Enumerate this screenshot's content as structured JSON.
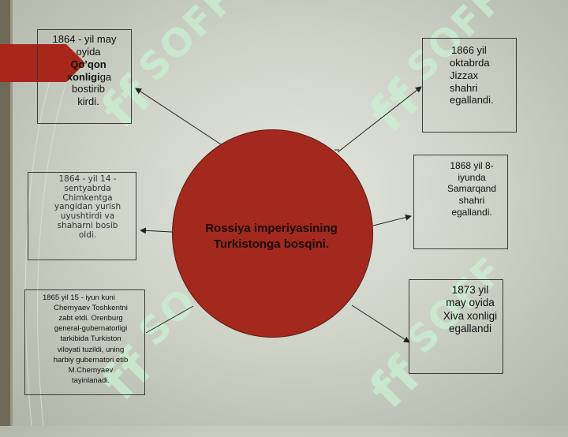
{
  "diagram": {
    "center_line1": "Rossiya imperiyasining",
    "center_line2": "Turkistonga bosqini.",
    "box1": {
      "l1": "1864 - yil may",
      "l2": "oyida",
      "l3": "Qo’qon",
      "l4a": "xonligi",
      "l4b": "ga",
      "l5": "bostirib",
      "l6": "kirdi."
    },
    "box2": {
      "l1": "1864 - yil 14 -",
      "l2": "sentyabrda",
      "l3": "Chimkentga",
      "l4": "yangidan yurish",
      "l5": "uyushtirdi va",
      "l6": "shaharni bosib",
      "l7": "oldi."
    },
    "box3": {
      "l1": "1865 yil 15 - iyun kuni",
      "l2": "Chernyaev Toshkentni",
      "l3": "zabt etdi. Orenburg",
      "l4": "general-gubernatorligi",
      "l5": "tarkibida Turkiston",
      "l6": "viloyati tuzildi, uning",
      "l7": "harbiy gubernatori etib",
      "l8": "M.Chernyaev",
      "l9": "tayinlanadi."
    },
    "box4": {
      "l1": "1866 yil",
      "l2": "oktabrda",
      "l3": "Jizzax",
      "l4": "shahri",
      "l5": "egallandi."
    },
    "box5": {
      "l1": "1868 yil 8-",
      "l2": "iyunda",
      "l3": "Samarqand",
      "l4": "shahri",
      "l5": "egallandi."
    },
    "box6": {
      "l1": "1873 yil",
      "l2": "may oyida",
      "l3": "Xiva xonligi",
      "l4": "egallandi"
    }
  },
  "watermark": {
    "text": "SOFF"
  },
  "colors": {
    "circle": "#a3291f",
    "accent_bar": "#6f6a57",
    "red_tab": "#a8261a",
    "watermark": "#c8f0d2"
  }
}
